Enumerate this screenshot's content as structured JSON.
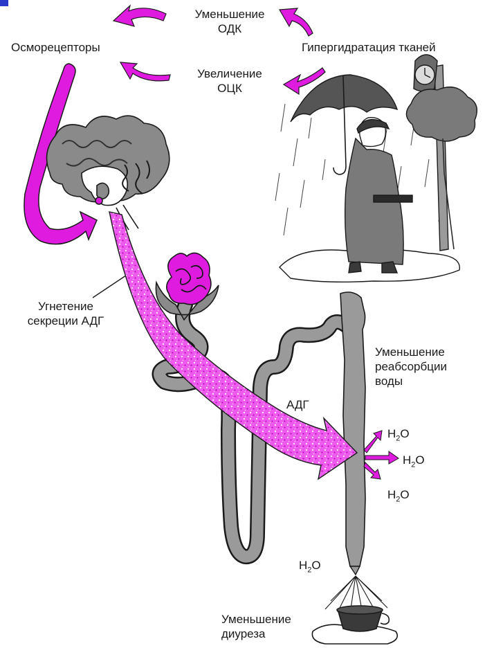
{
  "labels": {
    "odk_line1": "Уменьшение",
    "odk_line2": "ОДК",
    "osmoreceptors": "Осморецепторы",
    "hyperhydration": "Гипергидратация тканей",
    "ock_line1": "Увеличение",
    "ock_line2": "ОЦК",
    "inhibition_line1": "Угнетение",
    "inhibition_line2": "секреции АДГ",
    "reabsorption_line1": "Уменьшение",
    "reabsorption_line2": "реабсорбции",
    "reabsorption_line3": "воды",
    "adh": "АДГ",
    "water_1": "H",
    "water_2": "H",
    "water_3": "H",
    "water_4": "H",
    "water_sub": "2",
    "water_o": "O",
    "diuresis_line1": "Уменьшение",
    "diuresis_line2": "диуреза"
  },
  "colors": {
    "magenta": "#e01be0",
    "magenta_dark": "#b010b0",
    "tubule_gray": "#9a9a9a",
    "outline": "#1a1a1a",
    "corner_blue": "#2a39c8"
  }
}
